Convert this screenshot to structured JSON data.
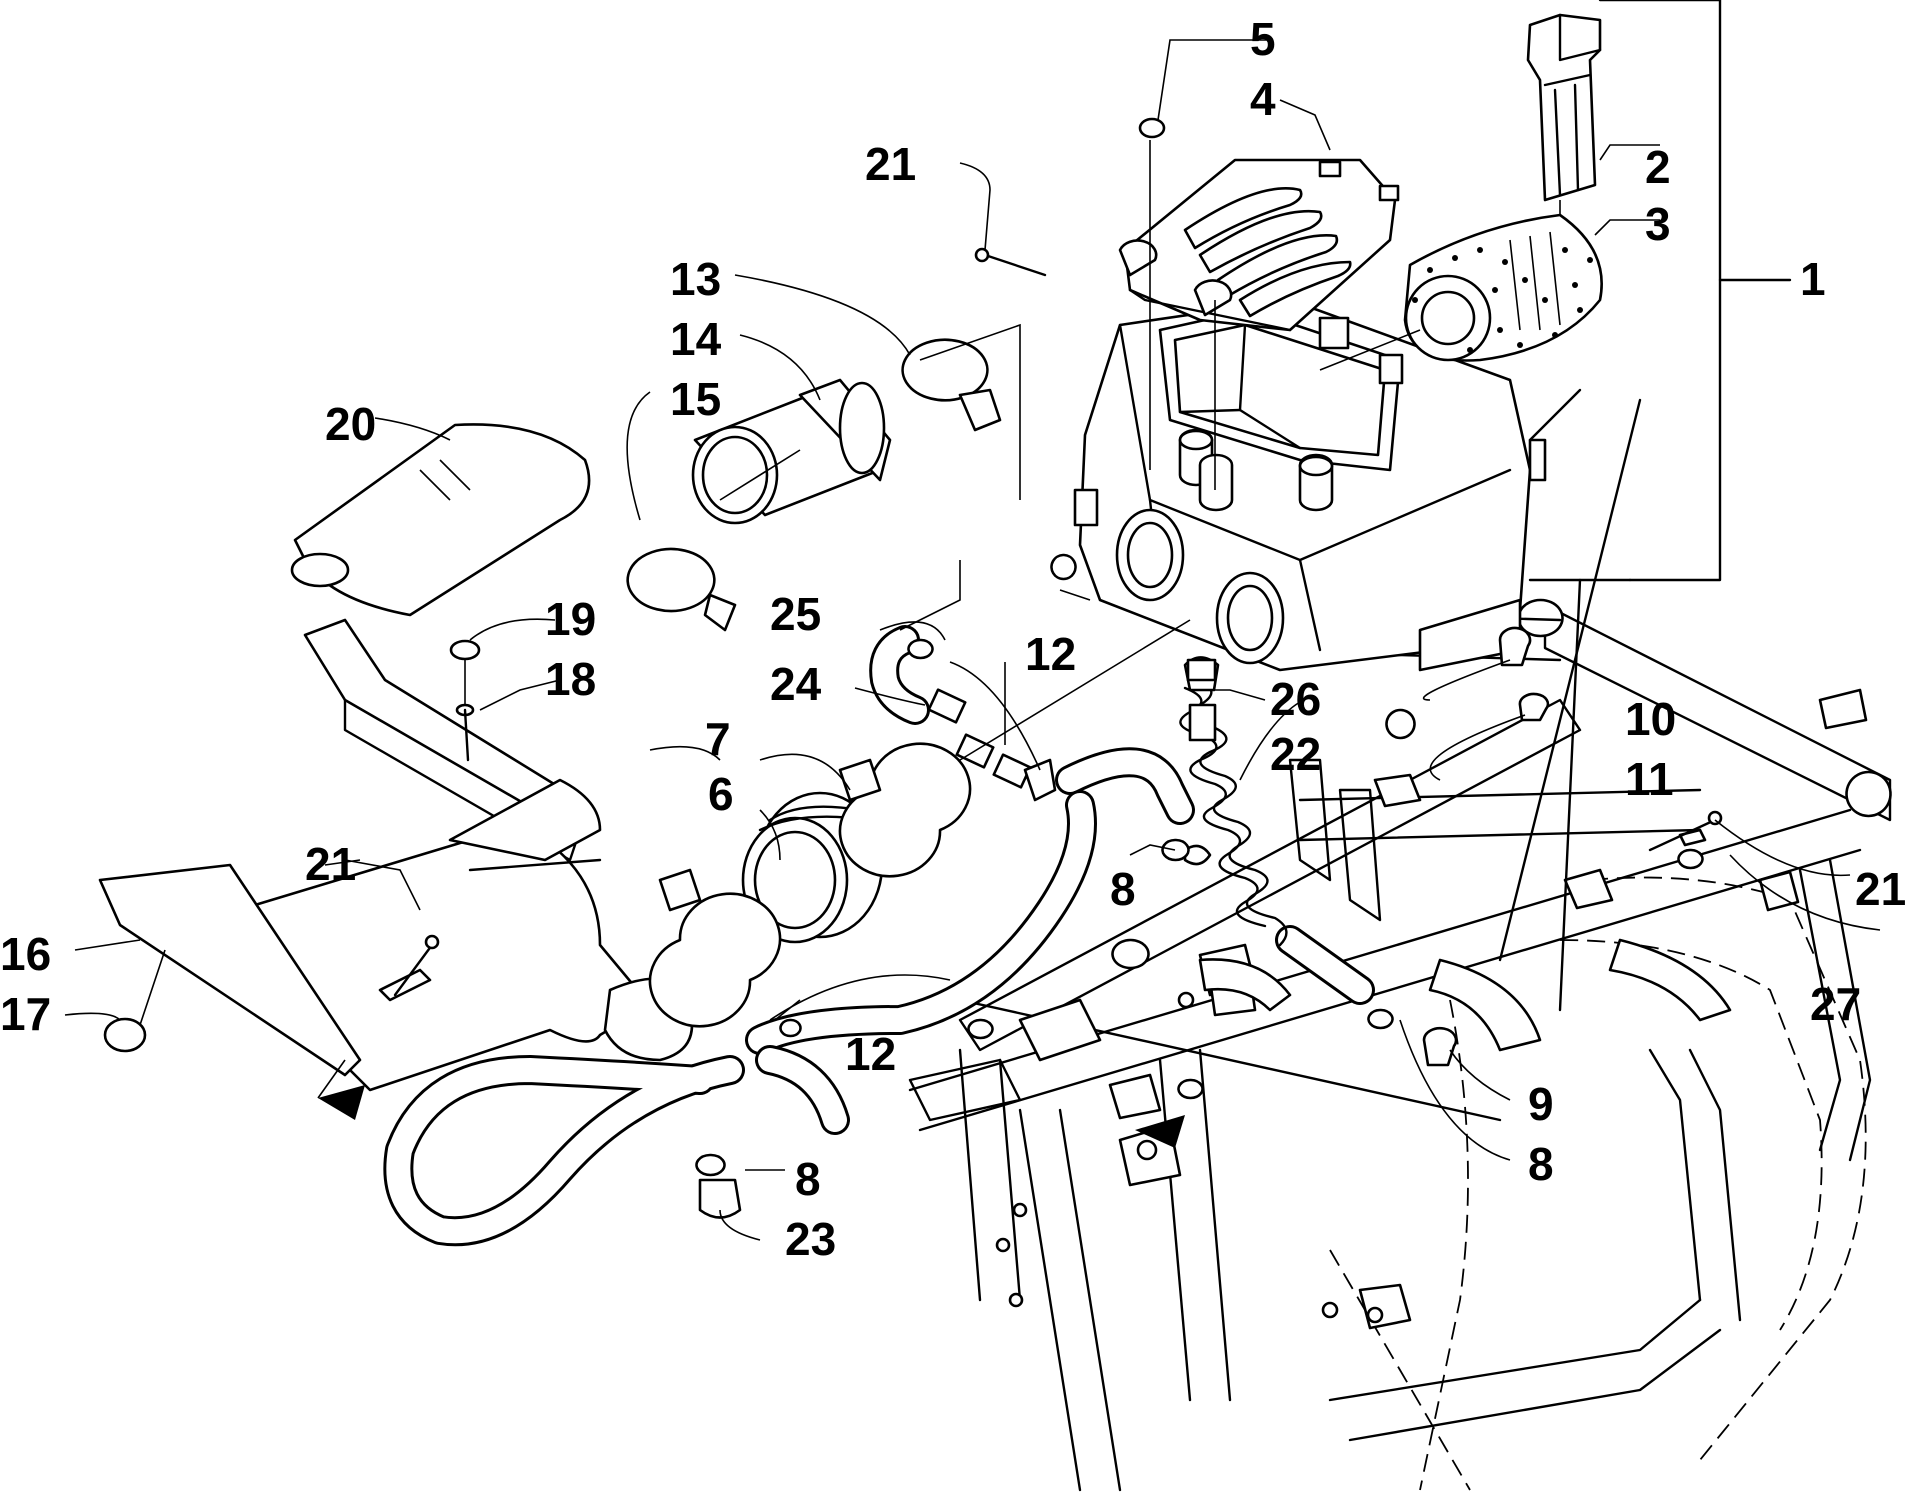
{
  "callouts": {
    "c1": "1",
    "c2": "2",
    "c3": "3",
    "c4": "4",
    "c5": "5",
    "c6": "6",
    "c7a": "7",
    "c8a": "8",
    "c8b": "8",
    "c8c": "8",
    "c9": "9",
    "c10": "10",
    "c11": "11",
    "c12a": "12",
    "c12b": "12",
    "c13": "13",
    "c14": "14",
    "c15": "15",
    "c16": "16",
    "c17": "17",
    "c18": "18",
    "c19": "19",
    "c20": "20",
    "c21a": "21",
    "c21b": "21",
    "c21c": "21",
    "c22": "22",
    "c23": "23",
    "c24": "24",
    "c25": "25",
    "c26": "26",
    "c27": "27"
  }
}
